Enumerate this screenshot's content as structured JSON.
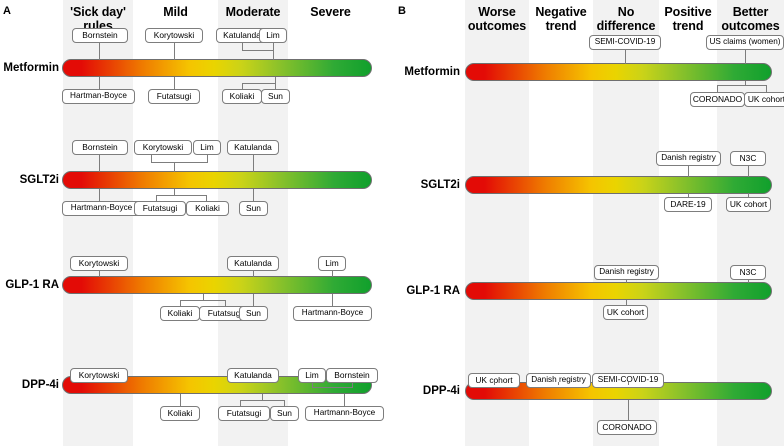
{
  "figure": {
    "panels": [
      {
        "id": "A",
        "letter": "A",
        "columns": [
          {
            "label": "'Sick day' rules",
            "line1": "'Sick day'",
            "line2": "rules"
          },
          {
            "label": "Mild",
            "line1": "Mild",
            "line2": ""
          },
          {
            "label": "Moderate",
            "line1": "Moderate",
            "line2": ""
          },
          {
            "label": "Severe",
            "line1": "Severe",
            "line2": ""
          }
        ],
        "rows": [
          {
            "label": "Metformin",
            "above": [
              {
                "text": "Bornstein"
              },
              {
                "text": "Korytowski"
              },
              {
                "text": "Katulanda"
              },
              {
                "text": "Lim"
              }
            ],
            "below": [
              {
                "text": "Hartman-Boyce"
              },
              {
                "text": "Futatsugi"
              },
              {
                "text": "Koliaki"
              },
              {
                "text": "Sun"
              }
            ]
          },
          {
            "label": "SGLT2i",
            "above": [
              {
                "text": "Bornstein"
              },
              {
                "text": "Korytowski"
              },
              {
                "text": "Lim"
              },
              {
                "text": "Katulanda"
              }
            ],
            "below": [
              {
                "text": "Hartmann-Boyce"
              },
              {
                "text": "Futatsugi"
              },
              {
                "text": "Koliaki"
              },
              {
                "text": "Sun"
              }
            ]
          },
          {
            "label": "GLP-1 RA",
            "above": [
              {
                "text": "Korytowski"
              },
              {
                "text": "Katulanda"
              },
              {
                "text": "Lim"
              }
            ],
            "below": [
              {
                "text": "Koliaki"
              },
              {
                "text": "Futatsugi"
              },
              {
                "text": "Sun"
              },
              {
                "text": "Hartmann-Boyce"
              }
            ]
          },
          {
            "label": "DPP-4i",
            "above": [
              {
                "text": "Korytowski"
              },
              {
                "text": "Katulanda"
              },
              {
                "text": "Lim"
              },
              {
                "text": "Bornstein"
              }
            ],
            "below": [
              {
                "text": "Koliaki"
              },
              {
                "text": "Futatsugi"
              },
              {
                "text": "Sun"
              },
              {
                "text": "Hartmann-Boyce"
              }
            ]
          }
        ]
      },
      {
        "id": "B",
        "letter": "B",
        "columns": [
          {
            "label": "Worse outcomes",
            "line1": "Worse",
            "line2": "outcomes"
          },
          {
            "label": "Negative trend",
            "line1": "Negative",
            "line2": "trend"
          },
          {
            "label": "No difference",
            "line1": "No",
            "line2": "difference"
          },
          {
            "label": "Positive trend",
            "line1": "Positive",
            "line2": "trend"
          },
          {
            "label": "Better outcomes",
            "line1": "Better",
            "line2": "outcomes"
          }
        ],
        "rows": [
          {
            "label": "Metformin",
            "above": [
              {
                "text": "SEMI-COVID-19"
              },
              {
                "text": "US claims (women)"
              }
            ],
            "below": [
              {
                "text": "CORONADO"
              },
              {
                "text": "UK cohort"
              }
            ]
          },
          {
            "label": "SGLT2i",
            "above": [
              {
                "text": "Danish registry"
              },
              {
                "text": "N3C"
              }
            ],
            "below": [
              {
                "text": "DARE-19"
              },
              {
                "text": "UK cohort"
              }
            ]
          },
          {
            "label": "GLP-1 RA",
            "above": [
              {
                "text": "Danish registry"
              },
              {
                "text": "N3C"
              }
            ],
            "below": [
              {
                "text": "UK cohort"
              }
            ]
          },
          {
            "label": "DPP-4i",
            "above": [
              {
                "text": "UK cohort"
              },
              {
                "text": "Danish registry"
              },
              {
                "text": "SEMI-COVID-19"
              }
            ],
            "below": [
              {
                "text": "CORONADO"
              }
            ]
          }
        ]
      }
    ],
    "gradient": {
      "worse_color": "#e30b06",
      "mid_color": "#ead400",
      "better_color": "#11a02c"
    }
  }
}
